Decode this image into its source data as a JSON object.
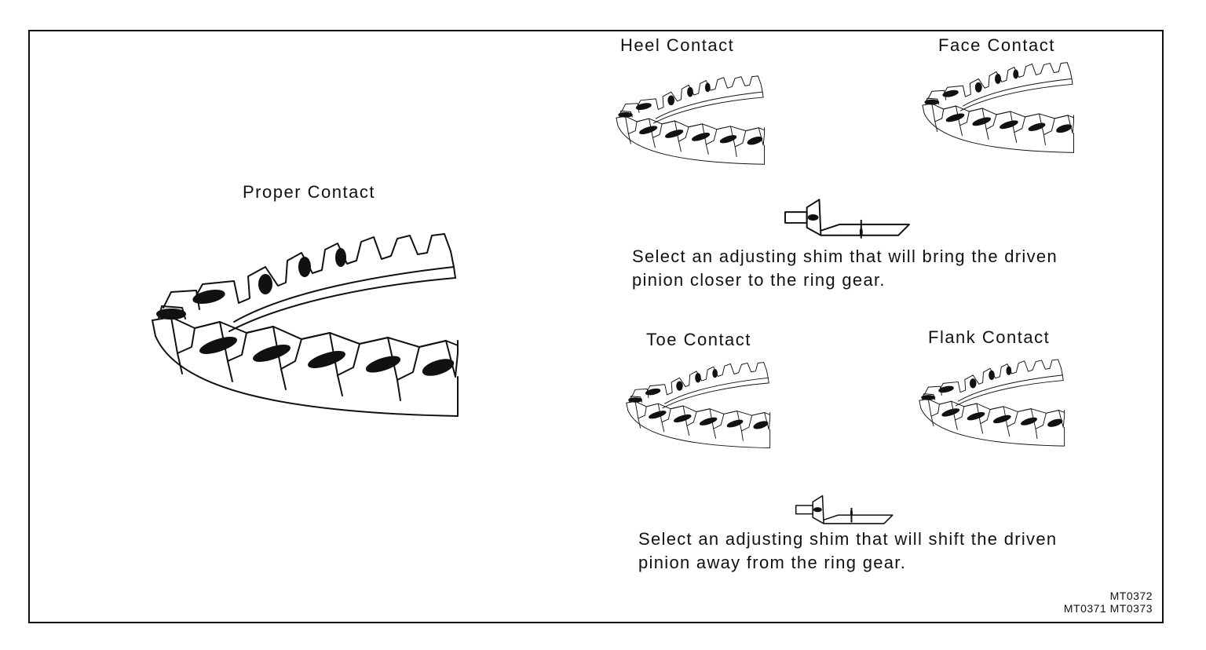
{
  "labels": {
    "proper": "Proper Contact",
    "heel": "Heel Contact",
    "face": "Face Contact",
    "toe": "Toe Contact",
    "flank": "Flank Contact"
  },
  "instructions": {
    "closer_line1": "Select an adjusting shim that will bring the driven",
    "closer_line2": "pinion closer to the ring gear.",
    "away_line1": "Select an adjusting shim that will shift the driven",
    "away_line2": "pinion away from the ring gear."
  },
  "reference_codes": {
    "line1": "MT0372",
    "line2": "MT0371 MT0373"
  }
}
